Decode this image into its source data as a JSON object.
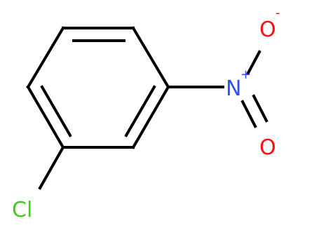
{
  "molecule": {
    "atoms": {
      "chlorine": "Cl",
      "nitrogen": "N",
      "nitrogen_charge": "+",
      "oxygen_top": "O",
      "oxygen_top_charge": "-",
      "oxygen_bottom": "O"
    },
    "colors": {
      "bond": "#000000",
      "chlorine": "#3dcc1f",
      "nitrogen": "#3050f8",
      "oxygen": "#ff0d0d"
    }
  }
}
